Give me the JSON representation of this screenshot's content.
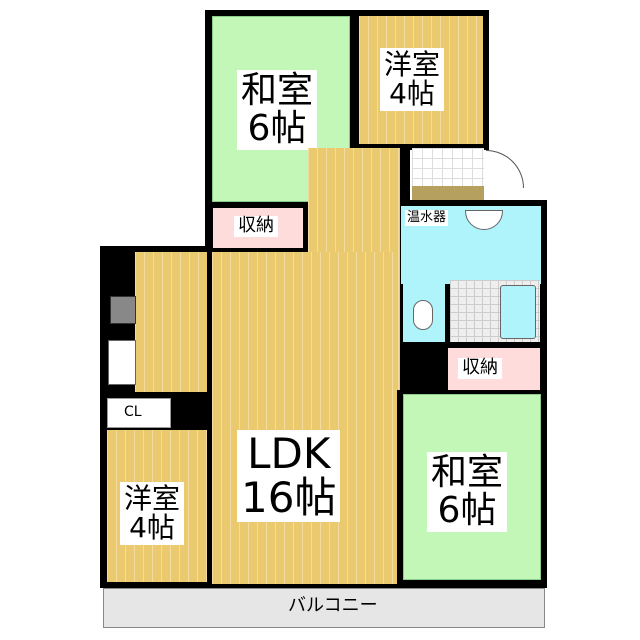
{
  "rooms": {
    "washitsu_top": {
      "name": "和室",
      "size": "6帖"
    },
    "youshitsu_top": {
      "name": "洋室",
      "size": "4帖"
    },
    "storage_top": "収納",
    "water_heater": "温水器",
    "storage_right": "収納",
    "ldk": {
      "name": "LDK",
      "size": "16帖"
    },
    "closet": "CL",
    "youshitsu_left": {
      "name": "洋室",
      "size": "4帖"
    },
    "washitsu_right": {
      "name": "和室",
      "size": "6帖"
    },
    "balcony": "バルコニー"
  },
  "colors": {
    "wood": "#ebc96e",
    "tatami": "#c3f7b8",
    "storage": "#ffdcdc",
    "wet_area": "#b0f4fb",
    "balcony": "#e6e6e6"
  }
}
